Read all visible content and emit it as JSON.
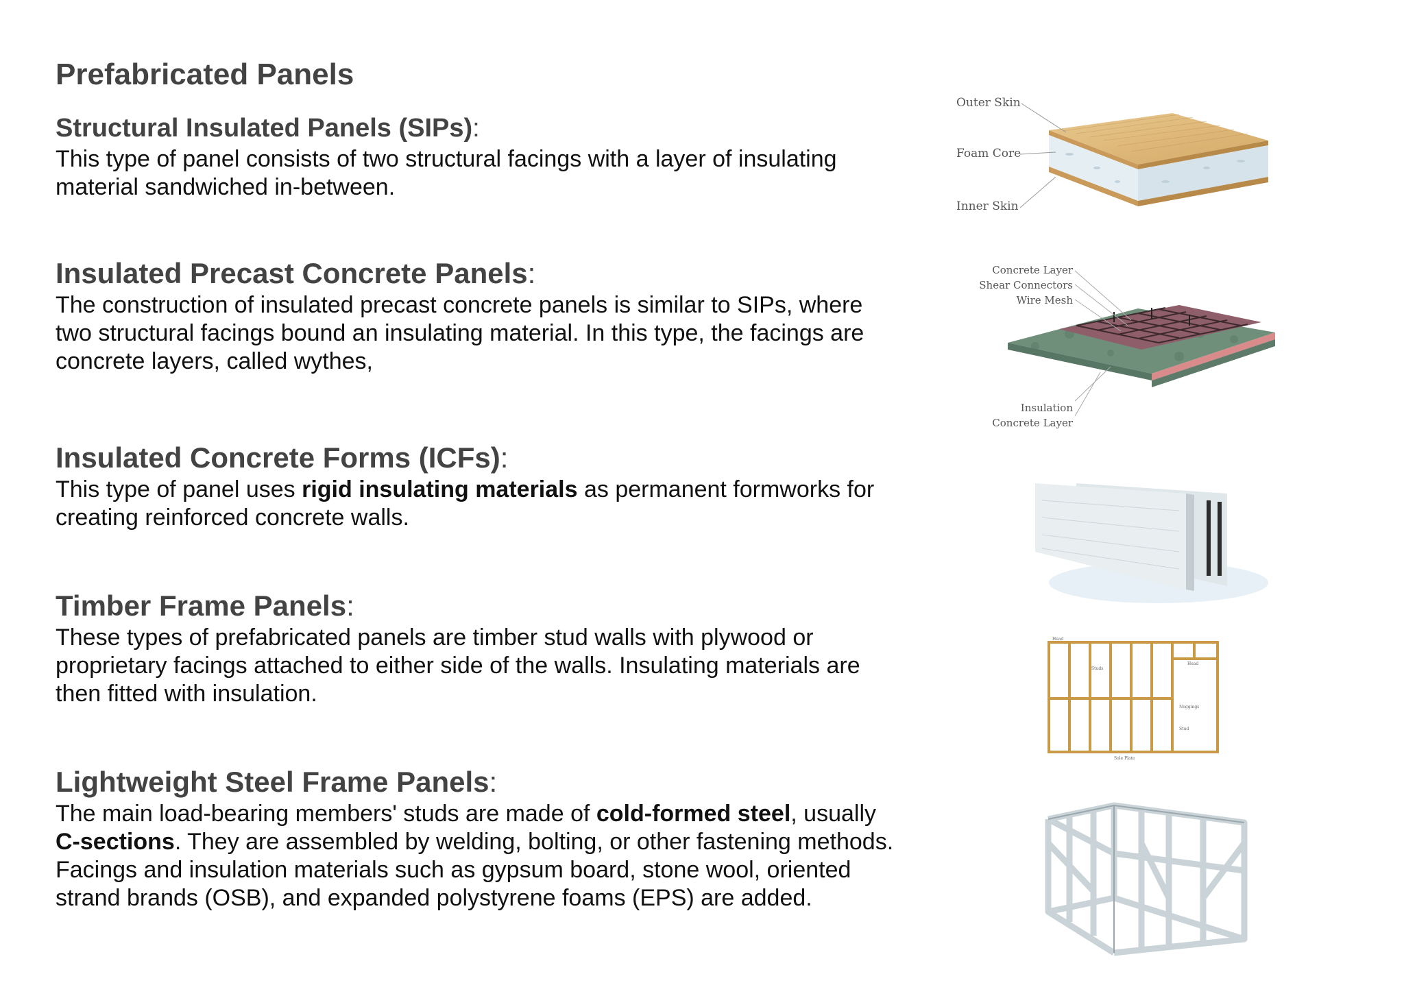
{
  "page": {
    "title": "Prefabricated Panels"
  },
  "sections": [
    {
      "heading": "Structural Insulated Panels (SIPs)",
      "colon": ":",
      "body": [
        {
          "text": "This type of panel consists of two structural facings with a layer of insulating material sandwiched in-between.",
          "bold": false
        }
      ]
    },
    {
      "heading": "Insulated Precast Concrete Panels",
      "colon": ":",
      "body": [
        {
          "text": "The construction of insulated precast concrete panels is similar to SIPs, where two structural facings bound an insulating material. In this type, the facings are concrete layers, called wythes,",
          "bold": false
        }
      ]
    },
    {
      "heading": "Insulated Concrete Forms (ICFs)",
      "colon": ":",
      "body": [
        {
          "text": "This type of panel uses ",
          "bold": false
        },
        {
          "text": "rigid insulating materials",
          "bold": true
        },
        {
          "text": " as permanent formworks for creating reinforced concrete walls.",
          "bold": false
        }
      ]
    },
    {
      "heading": "Timber Frame Panels",
      "colon": ":",
      "body": [
        {
          "text": "These types of prefabricated panels are timber stud walls with plywood or proprietary facings attached to either side of the walls. Insulating materials are then fitted with insulation.",
          "bold": false
        }
      ]
    },
    {
      "heading": "Lightweight Steel Frame Panels",
      "colon": ":",
      "body": [
        {
          "text": "The main load-bearing members' studs are made of ",
          "bold": false
        },
        {
          "text": "cold-formed steel",
          "bold": true
        },
        {
          "text": ", usually ",
          "bold": false
        },
        {
          "text": "C-sections",
          "bold": true
        },
        {
          "text": ". They are assembled by welding, bolting, or other fastening methods. Facings and insulation materials such as gypsum board, stone wool, oriented strand brands (OSB), and expanded polystyrene foams (EPS) are added.",
          "bold": false
        }
      ]
    }
  ],
  "figures": {
    "sip": {
      "labels": [
        "Outer Skin",
        "Foam Core",
        "Inner Skin"
      ]
    },
    "precast": {
      "labels_top": [
        "Concrete Layer",
        "Shear Connectors",
        "Wire Mesh"
      ],
      "labels_bottom": [
        "Insulation",
        "Concrete Layer"
      ]
    },
    "timber": {
      "labels": [
        "Head",
        "Studs",
        "Head",
        "Noggings",
        "Stud",
        "Sole Plate"
      ]
    }
  },
  "colors": {
    "heading": "#434343",
    "body_text": "#111111",
    "timber": "#c99a45",
    "concrete": "#6f8f7a",
    "insulation": "#d98a8a",
    "steel": "#c9d3d8"
  }
}
